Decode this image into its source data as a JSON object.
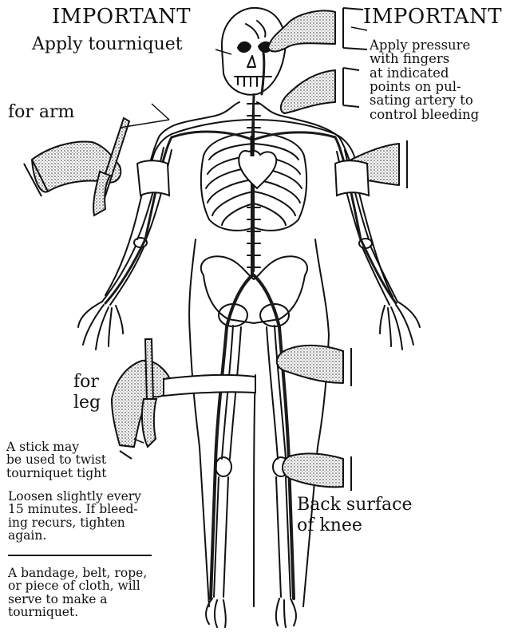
{
  "labels": {
    "left_title": "IMPORTANT",
    "left_subtitle": "Apply tourniquet",
    "for_arm": "for arm",
    "right_title": "IMPORTANT",
    "right_text": [
      "Apply pressure",
      "with fingers",
      "at indicated",
      "points on pul-",
      "sating artery to",
      "control bleeding"
    ],
    "for_leg_1": "for",
    "for_leg_2": "leg",
    "stick_note": [
      "A stick may",
      "be used to twist",
      "tourniquet tight"
    ],
    "loosen_note": [
      "Loosen slightly every",
      "15 minutes. If bleed-",
      "ing recurs, tighten",
      "again."
    ],
    "bandage_note": [
      "A bandage, belt, rope,",
      "or piece of cloth, will",
      "serve to make a",
      "tourniquet."
    ],
    "knee_label_1": "Back surface",
    "knee_label_2": "of knee"
  },
  "colors": {
    "ink": "#111111",
    "artery": "#1a1a1a",
    "shading": "#cfcfcf",
    "paper": "#ffffff"
  },
  "icons": [
    "skeleton",
    "heart",
    "artery",
    "pressing-hand",
    "tourniquet-stick",
    "tourniquet-band"
  ]
}
